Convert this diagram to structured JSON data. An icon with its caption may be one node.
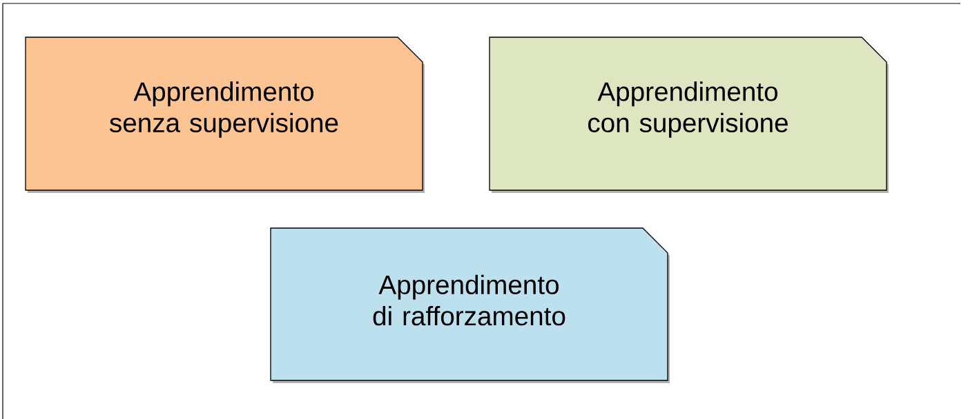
{
  "diagram": {
    "nodes": [
      {
        "text": [
          "Apprendimento senza supervisione"
        ]
      },
      {
        "text": [
          "Apprendimento con supervisione"
        ]
      },
      {
        "text": [
          "Apprendimento di rafforzamento"
        ]
      }
    ]
  }
}
